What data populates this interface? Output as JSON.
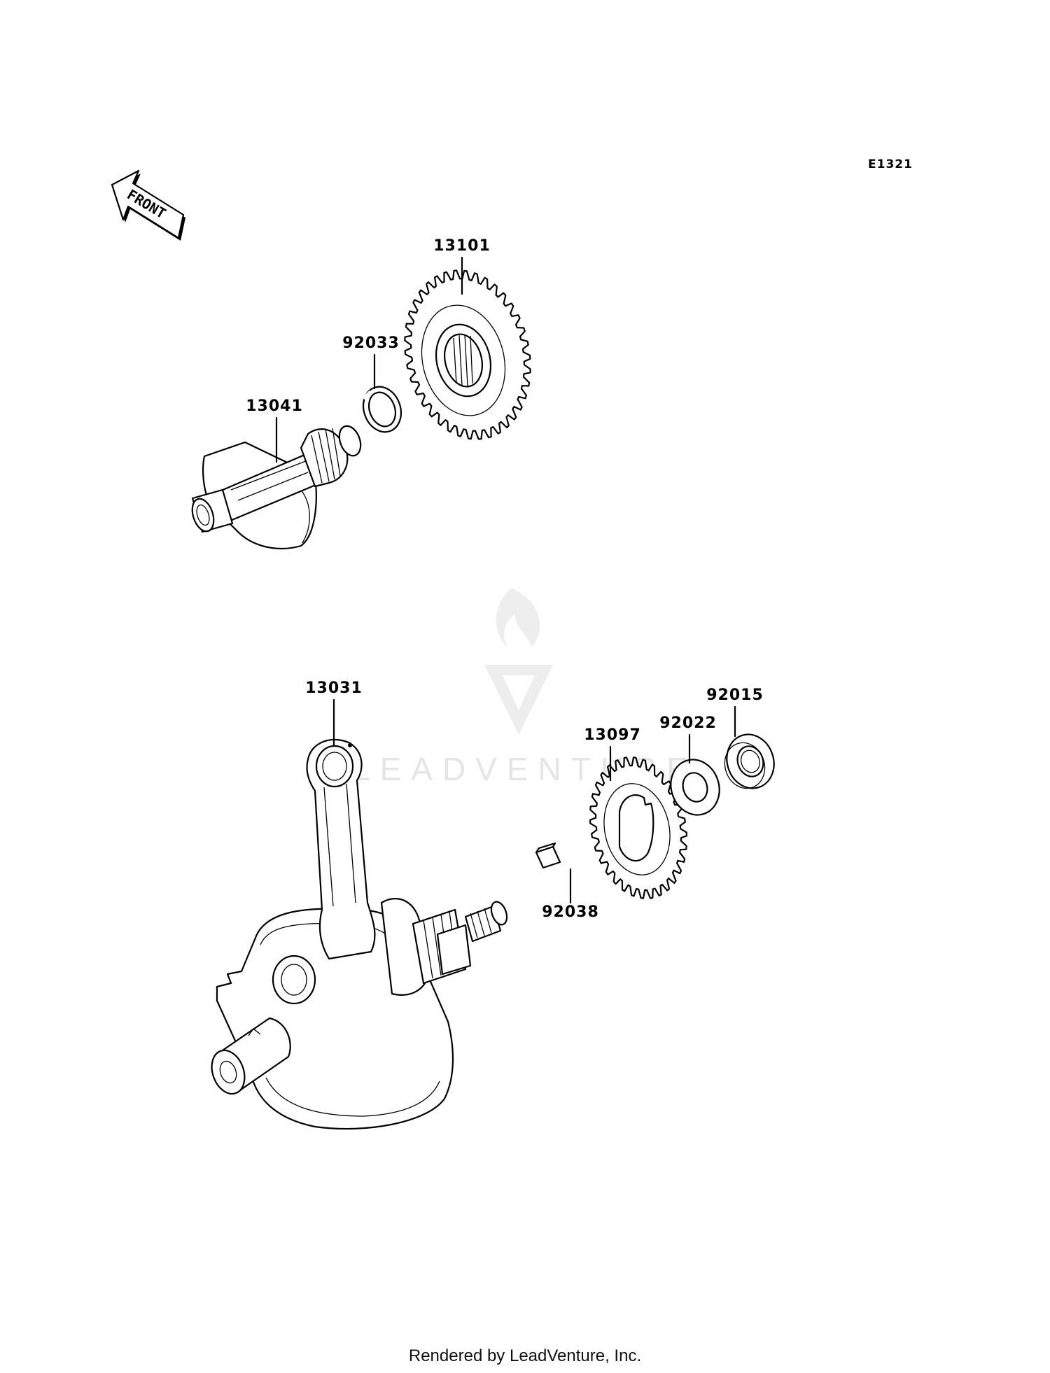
{
  "diagram": {
    "code": "E1321",
    "front_label": "FRONT",
    "watermark": "LEADVENTURE",
    "footer": "Rendered by LeadVenture, Inc.",
    "parts": [
      {
        "id": "13101",
        "label": "13101"
      },
      {
        "id": "92033",
        "label": "92033"
      },
      {
        "id": "13041",
        "label": "13041"
      },
      {
        "id": "13031",
        "label": "13031"
      },
      {
        "id": "13097",
        "label": "13097"
      },
      {
        "id": "92022",
        "label": "92022"
      },
      {
        "id": "92015",
        "label": "92015"
      },
      {
        "id": "92038",
        "label": "92038"
      }
    ]
  }
}
